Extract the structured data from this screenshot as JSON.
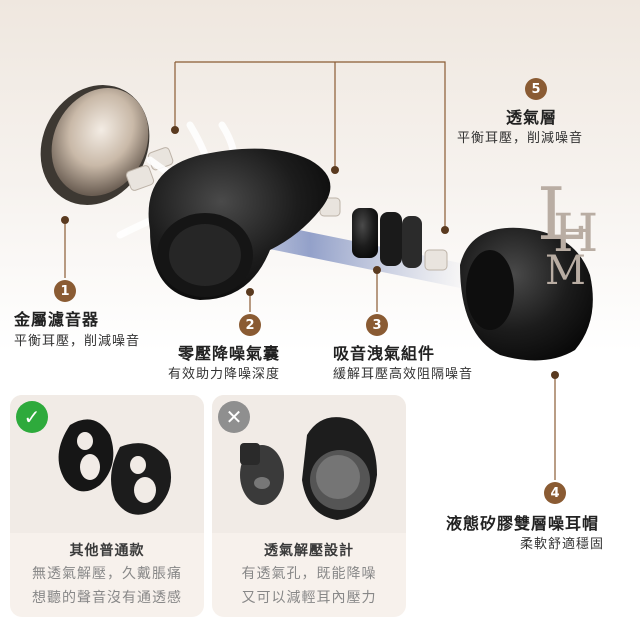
{
  "components": [
    {
      "number": "1",
      "title": "金屬濾音器",
      "desc": "平衡耳壓，削減噪音"
    },
    {
      "number": "2",
      "title": "零壓降噪氣囊",
      "desc": "有效助力降噪深度"
    },
    {
      "number": "3",
      "title": "吸音洩氣組件",
      "desc": "緩解耳壓高效阻隔噪音"
    },
    {
      "number": "4",
      "title": "液態矽膠雙層噪耳帽",
      "desc": "柔軟舒適穩固"
    },
    {
      "number": "5",
      "title": "透氣層",
      "desc": "平衡耳壓，削減噪音"
    }
  ],
  "comparison": [
    {
      "badge": "✓",
      "badge_color": "#2eaa3c",
      "title": "其他普通款",
      "lines": [
        "無透氣解壓，久戴脹痛",
        "想聽的聲音沒有通透感"
      ]
    },
    {
      "badge": "✕",
      "badge_color": "#8f8f8f",
      "title": "透氣解壓設計",
      "lines": [
        "有透氣孔，既能降噪",
        "又可以減輕耳內壓力"
      ]
    }
  ],
  "colors": {
    "accent": "#8a5b33",
    "leader_line": "#8a5b33"
  }
}
